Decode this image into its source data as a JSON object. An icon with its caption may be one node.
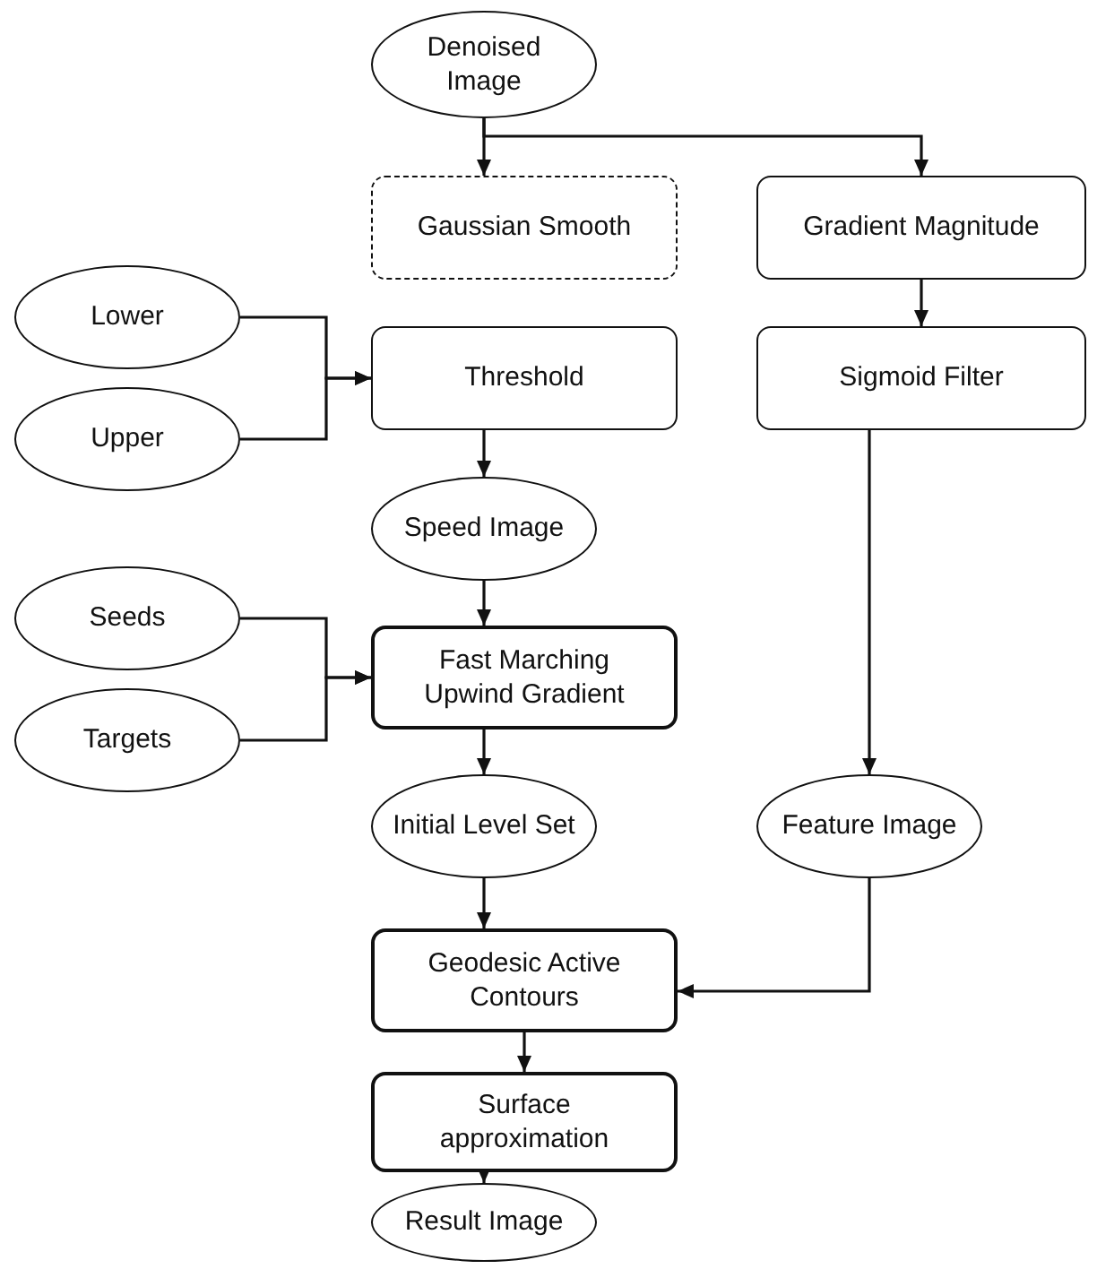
{
  "diagram": {
    "nodes": [
      {
        "text": [
          "Denoised Image"
        ]
      },
      {
        "text": [
          "Gaussian Smooth"
        ]
      },
      {
        "text": [
          "Gradient Magnitude"
        ]
      },
      {
        "text": [
          "Lower"
        ]
      },
      {
        "text": [
          "Threshold"
        ]
      },
      {
        "text": [
          "Sigmoid Filter"
        ]
      },
      {
        "text": [
          "Upper"
        ]
      },
      {
        "text": [
          "Speed Image"
        ]
      },
      {
        "text": [
          "Seeds"
        ]
      },
      {
        "text": [
          "Fast Marching Upwind Gradient"
        ]
      },
      {
        "text": [
          "Targets"
        ]
      },
      {
        "text": [
          "Initial Level Set"
        ]
      },
      {
        "text": [
          "Feature Image"
        ]
      },
      {
        "text": [
          "Geodesic Active Contours"
        ]
      },
      {
        "text": [
          "Surface approximation"
        ]
      },
      {
        "text": [
          "Result Image"
        ]
      }
    ],
    "edges": [
      {
        "from": 0,
        "to": 1,
        "arrow": "to"
      },
      {
        "from": 0,
        "to": 2,
        "arrow": "to"
      },
      {
        "from": 3,
        "to": 4,
        "arrow": "to"
      },
      {
        "from": 6,
        "to": 4,
        "arrow": "to"
      },
      {
        "from": 2,
        "to": 5,
        "arrow": "to"
      },
      {
        "from": 4,
        "to": 7,
        "arrow": "to"
      },
      {
        "from": 7,
        "to": 9,
        "arrow": "to"
      },
      {
        "from": 8,
        "to": 9,
        "arrow": "to"
      },
      {
        "from": 10,
        "to": 9,
        "arrow": "to"
      },
      {
        "from": 5,
        "to": 12,
        "arrow": "to"
      },
      {
        "from": 9,
        "to": 11,
        "arrow": "to"
      },
      {
        "from": 11,
        "to": 13,
        "arrow": "to"
      },
      {
        "from": 12,
        "to": 13,
        "arrow": "to"
      },
      {
        "from": 13,
        "to": 14,
        "arrow": "to"
      },
      {
        "from": 14,
        "to": 15,
        "arrow": "to"
      }
    ]
  }
}
